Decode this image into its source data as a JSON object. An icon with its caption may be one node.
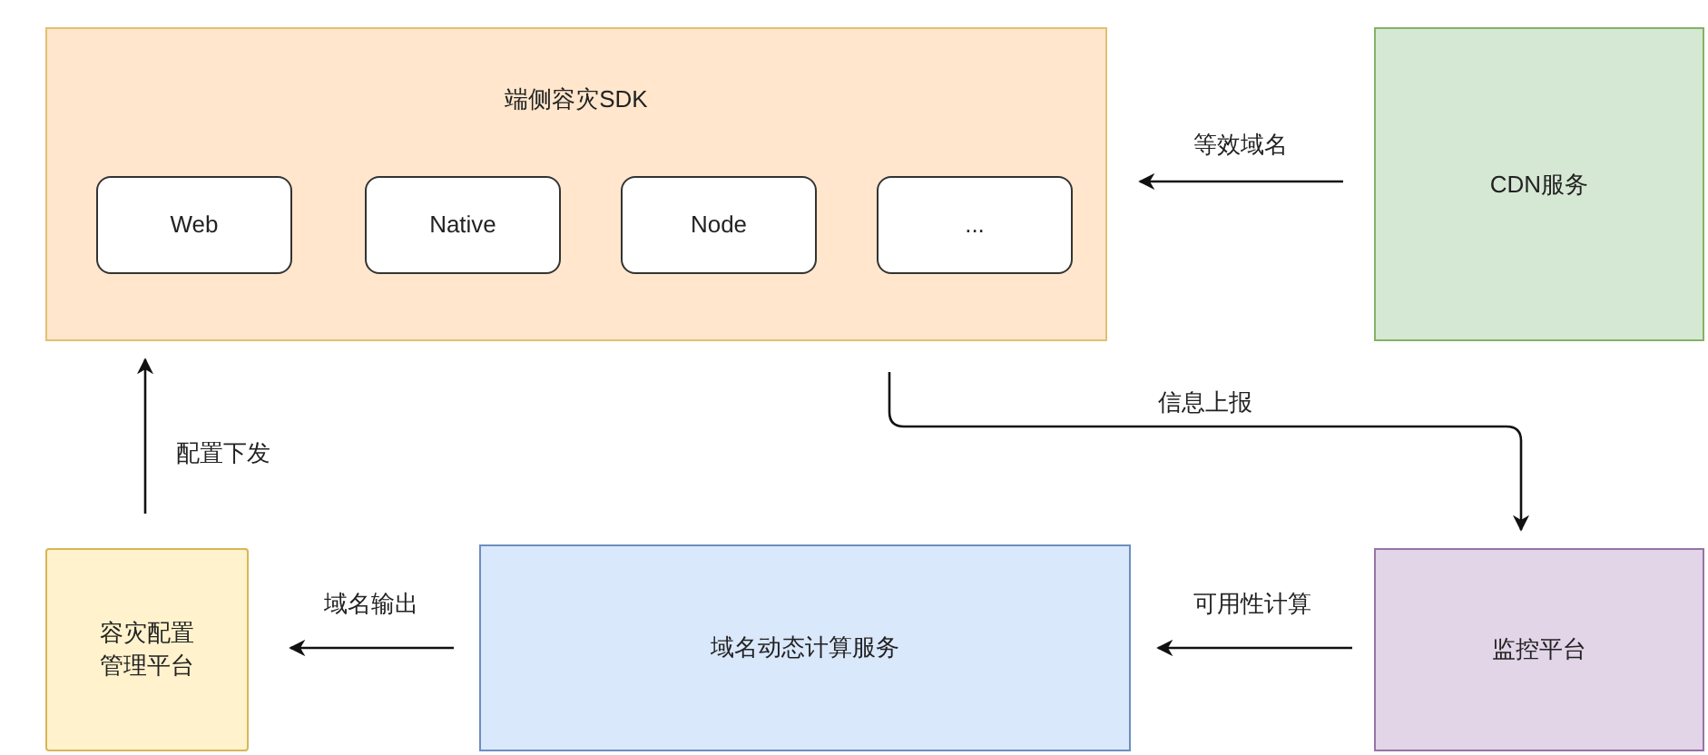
{
  "diagram": {
    "nodes": [
      {
        "text": [
          "端侧容灾SDK"
        ]
      },
      {
        "text": [
          "Web"
        ],
        "in": 0
      },
      {
        "text": [
          "Native"
        ],
        "in": 0
      },
      {
        "text": [
          "Node"
        ],
        "in": 0
      },
      {
        "text": [
          "..."
        ],
        "in": 0
      },
      {
        "text": [
          "CDN服务"
        ]
      },
      {
        "text": [
          "容灾配置管理平台"
        ]
      },
      {
        "text": [
          "域名动态计算服务"
        ]
      },
      {
        "text": [
          "监控平台"
        ]
      }
    ],
    "edges": [
      {
        "from": 5,
        "to": 0,
        "arrow": "to",
        "label": "等效域名"
      },
      {
        "from": 0,
        "to": 8,
        "arrow": "to",
        "label": "信息上报"
      },
      {
        "from": 8,
        "to": 7,
        "arrow": "to",
        "label": "可用性计算"
      },
      {
        "from": 7,
        "to": 6,
        "arrow": "to",
        "label": "域名输出"
      },
      {
        "from": 6,
        "to": 0,
        "arrow": "to",
        "label": "配置下发"
      }
    ]
  }
}
